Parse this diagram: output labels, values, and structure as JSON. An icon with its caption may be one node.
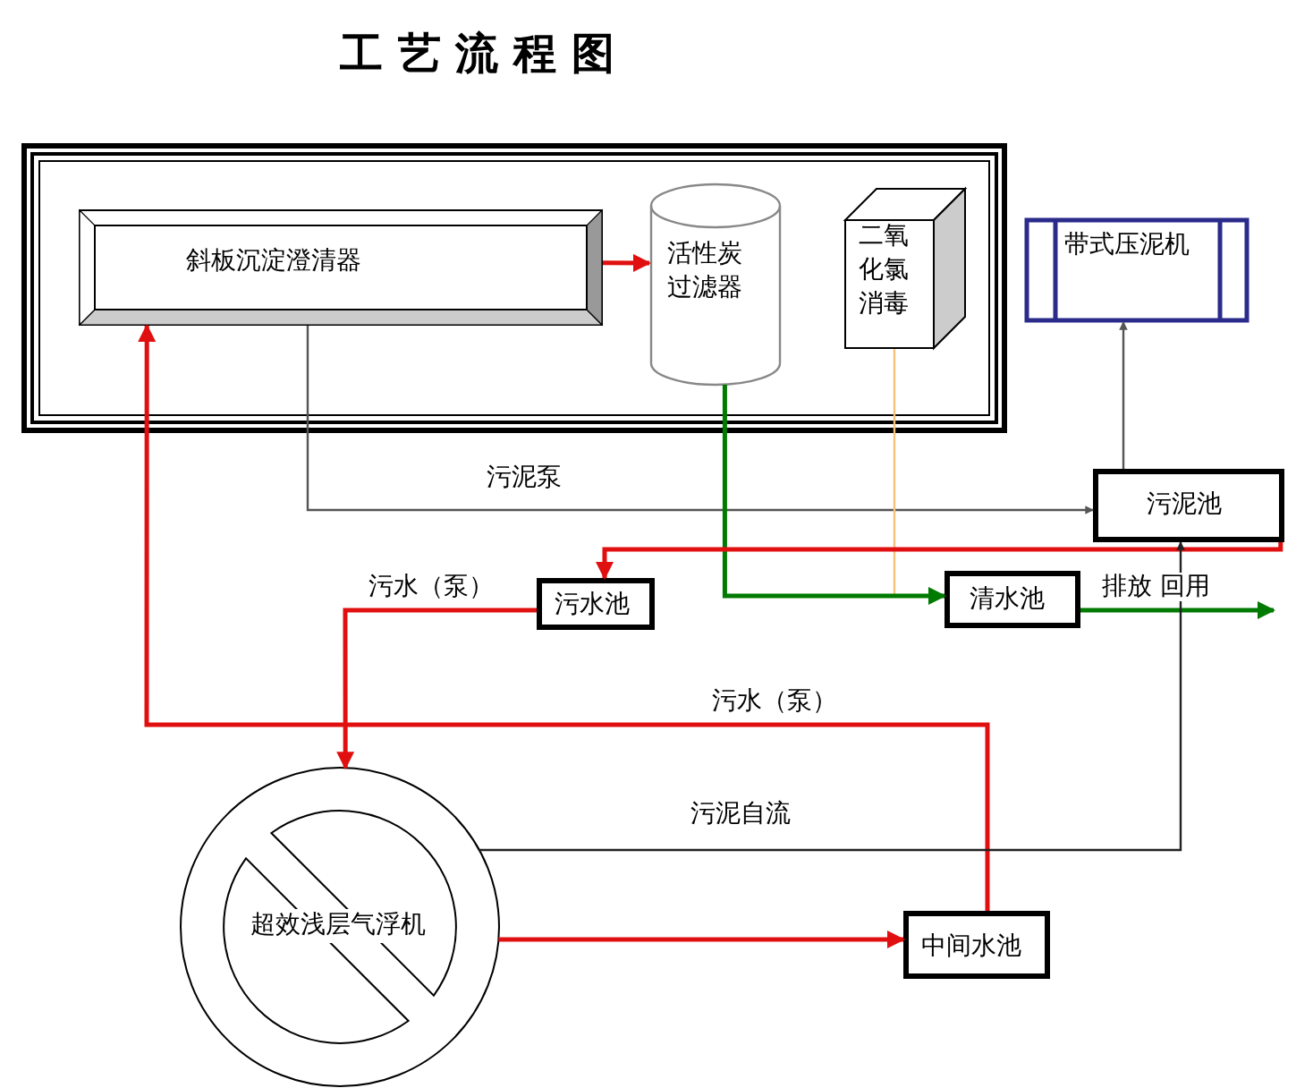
{
  "diagram": {
    "title": "工 艺 流 程 图",
    "nodes": [
      {
        "text": [],
        "shape": "box"
      },
      {
        "text": [
          "斜板沉淀澄清器"
        ],
        "in": 0
      },
      {
        "text": [
          "活性炭过滤器"
        ],
        "in": 0
      },
      {
        "text": [
          "二氧化氯消毒"
        ],
        "in": 0
      },
      {
        "text": [
          "带式压泥机"
        ]
      },
      {
        "text": [
          "污泥池"
        ]
      },
      {
        "text": [
          "污水池"
        ]
      },
      {
        "text": [
          "清水池"
        ]
      },
      {
        "text": [
          "超效浅层气浮机"
        ]
      },
      {
        "text": [
          "中间水池"
        ]
      }
    ],
    "edges": [
      {
        "from": 1,
        "to": 2,
        "arrow": "to"
      },
      {
        "from": 1,
        "to": 5,
        "arrow": "to",
        "label": "污泥泵",
        "color": "#555555"
      },
      {
        "from": 5,
        "to": 4,
        "arrow": "to",
        "color": "#555555"
      },
      {
        "from": 3,
        "to": 7,
        "arrow": "none",
        "color": "#f5c27a"
      },
      {
        "from": 2,
        "to": 7,
        "arrow": "to",
        "color": "#007a00"
      },
      {
        "from": 5,
        "to": 6,
        "arrow": "to"
      },
      {
        "from": 7,
        "to": null,
        "arrow": "to",
        "label": "排放 回用",
        "color": "#007a00"
      },
      {
        "from": 6,
        "to": 8,
        "arrow": "to",
        "label": "污水（泵）"
      },
      {
        "from": 9,
        "to": 1,
        "arrow": "to",
        "label": "污水（泵）"
      },
      {
        "from": 8,
        "to": 9,
        "arrow": "to"
      },
      {
        "from": 8,
        "to": 5,
        "arrow": "to",
        "label": "污泥自流",
        "color": "#222222"
      }
    ]
  }
}
